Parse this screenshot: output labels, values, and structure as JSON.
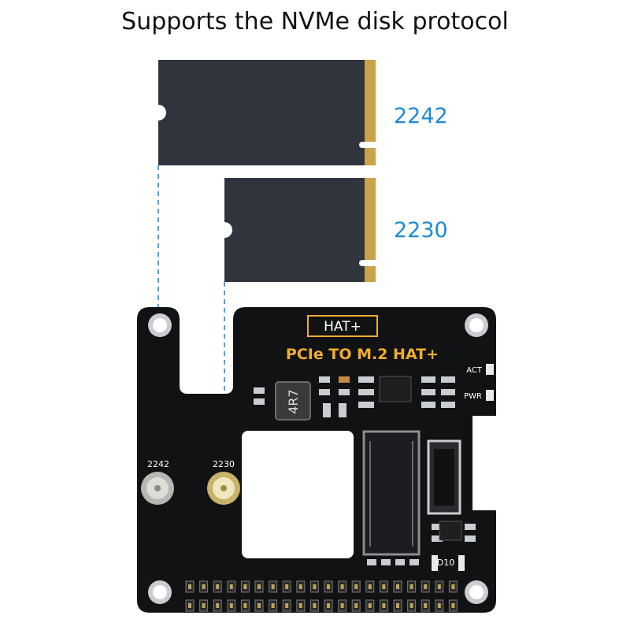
{
  "heading": "Supports the NVMe disk protocol",
  "ssd_2242": {
    "label": "2242"
  },
  "ssd_2230": {
    "label": "2230"
  },
  "board": {
    "badge": "HAT+",
    "name": "PCIe TO M.2 HAT+",
    "act_label": "ACT",
    "pwr_label": "PWR",
    "inductor_mark": "4R7",
    "diode_mark": "D10",
    "hole_2242_label": "2242",
    "hole_2230_label": "2230"
  },
  "colors": {
    "accent_blue": "#1e8ad6",
    "ssd_body": "#30343d",
    "gold_contacts": "#c9a24a",
    "pcb": "#101214"
  }
}
